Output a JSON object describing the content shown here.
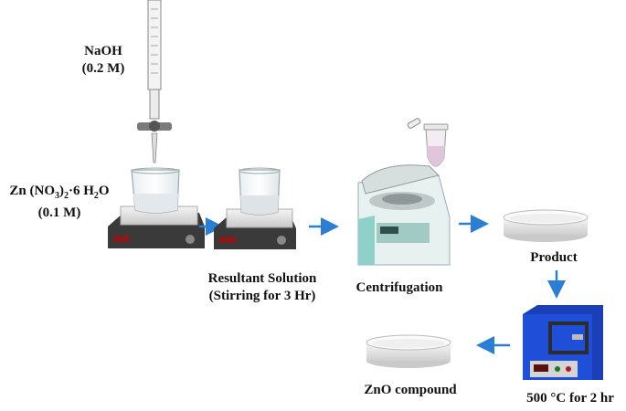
{
  "labels": {
    "naoh_name": "NaOH",
    "naoh_conc": "(0.2 M)",
    "zn_prefix": "Zn (NO",
    "zn_sub1": "3",
    "zn_mid": ")",
    "zn_sub2": "2",
    "zn_suffix": "·6 H",
    "zn_sub3": "2",
    "zn_end": "O",
    "zn_conc": "(0.1 M)",
    "resultant_line1": "Resultant Solution",
    "resultant_line2": "(Stirring for 3 Hr)",
    "centrifugation": "Centrifugation",
    "product": "Product",
    "furnace_condition": "500 °C for 2 hr",
    "zno": "ZnO compound"
  },
  "colors": {
    "arrow": "#2a7fd4",
    "furnace_blue": "#1f4fd8",
    "centrifuge_teal": "#8fd0c8",
    "stirrer_dark": "#3a3a3a"
  },
  "icons": [
    "burette-icon",
    "beaker-icon",
    "magnetic-stirrer-icon",
    "centrifuge-icon",
    "eppendorf-tube-icon",
    "petri-dish-icon",
    "muffle-furnace-icon",
    "arrow-icon"
  ]
}
